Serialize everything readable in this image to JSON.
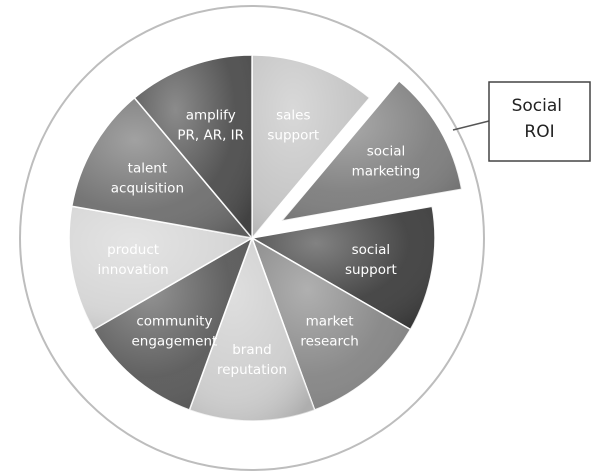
{
  "diagram": {
    "slices": [
      {
        "id": "sales-support",
        "lines": [
          "sales",
          "support"
        ],
        "fill": "#c4c4c4",
        "exploded": false
      },
      {
        "id": "social-marketing",
        "lines": [
          "social",
          "marketing"
        ],
        "fill": "#7d7d7d",
        "exploded": true
      },
      {
        "id": "social-support",
        "lines": [
          "social",
          "support"
        ],
        "fill": "#3f3f3f",
        "exploded": false
      },
      {
        "id": "market-research",
        "lines": [
          "market",
          "research"
        ],
        "fill": "#858585",
        "exploded": false
      },
      {
        "id": "brand-reputation",
        "lines": [
          "brand",
          "reputation"
        ],
        "fill": "#cdcdcd",
        "exploded": false
      },
      {
        "id": "community-engagement",
        "lines": [
          "community",
          "engagement"
        ],
        "fill": "#595959",
        "exploded": false
      },
      {
        "id": "product-innovation",
        "lines": [
          "product",
          "innovation"
        ],
        "fill": "#d5d5d5",
        "exploded": false
      },
      {
        "id": "talent-acquisition",
        "lines": [
          "talent",
          "acquisition"
        ],
        "fill": "#6f6f6f",
        "exploded": false
      },
      {
        "id": "amplify-pr-ar-ir",
        "lines": [
          "amplify",
          "PR, AR, IR"
        ],
        "fill": "#4d4d4d",
        "exploded": false
      }
    ],
    "callout": {
      "lines": [
        "Social",
        "ROI"
      ]
    }
  }
}
